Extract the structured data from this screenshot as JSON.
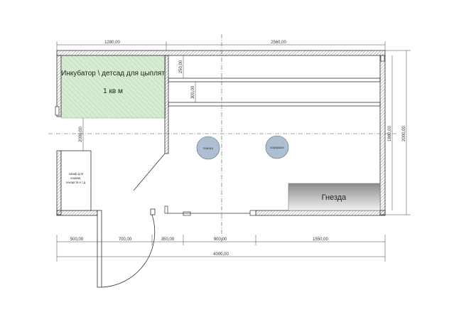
{
  "plan": {
    "zone_label": "Инкубатор \\ детсад для цыплят",
    "zone_area": "1 кв м",
    "feeder": "поилка",
    "waterer": "кормушка",
    "nests": "Гнезда",
    "cabinet_line1": "Шкаф для",
    "cabinet_line2": "кормов,",
    "cabinet_line3": "лекарств и т.д."
  },
  "dims": {
    "top_left": "1280,00",
    "top_right": "2560,00",
    "shelf1": "250,00",
    "shelf2": "300,00",
    "left_height": "2000,00",
    "right_inner": "1880,00",
    "right_outer": "2000,00",
    "b1": "500,00",
    "b2": "700,00",
    "b3": "350,00",
    "b4": "900,00",
    "b5": "1550,00",
    "total": "4000,00"
  },
  "colors": {
    "line": "#333333",
    "zone_fill": "#d7ecd2",
    "circle_fill": "#aebfd3",
    "nest_dark": "#8c8c8c",
    "nest_light": "#f2f2f2"
  }
}
